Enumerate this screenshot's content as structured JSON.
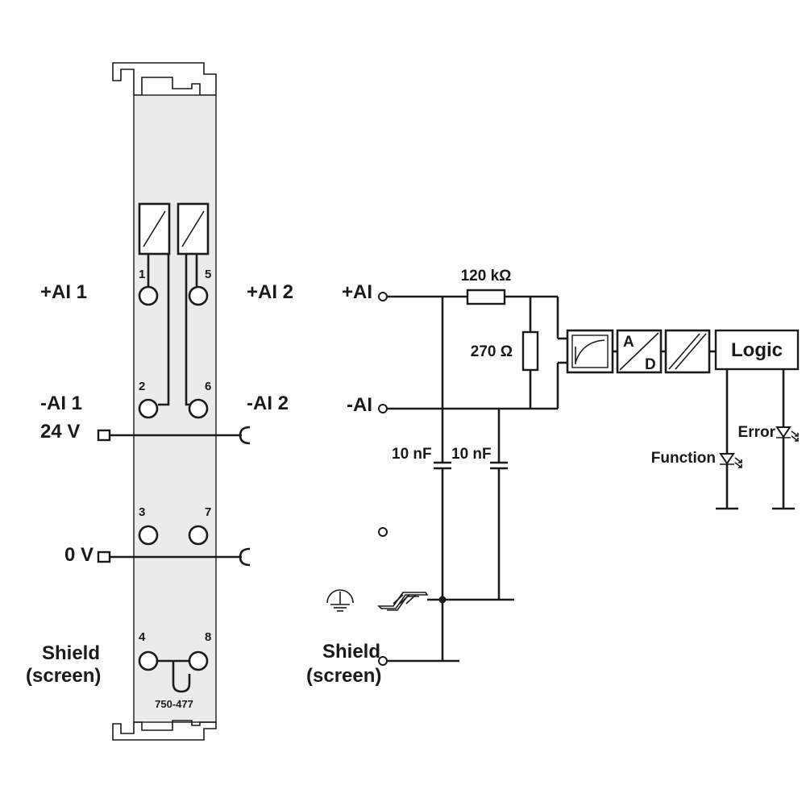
{
  "module": {
    "part_number": "750-477",
    "pins": [
      "1",
      "5",
      "2",
      "6",
      "3",
      "7",
      "4",
      "8"
    ]
  },
  "left_labels": {
    "ai1_plus": "+AI 1",
    "ai2_plus": "+AI 2",
    "ai1_minus": "-AI 1",
    "ai2_minus": "-AI 2",
    "v24": "24 V",
    "v0": "0 V",
    "shield_1": "Shield",
    "shield_2": "(screen)"
  },
  "schematic": {
    "ai_plus": "+AI",
    "ai_minus": "-AI",
    "r_series": "120 kΩ",
    "r_shunt": "270 Ω",
    "c1": "10 nF",
    "c2": "10 nF",
    "adc_a": "A",
    "adc_d": "D",
    "logic": "Logic",
    "function": "Function",
    "error": "Error",
    "shield_1": "Shield",
    "shield_2": "(screen)"
  },
  "colors": {
    "line": "#1a1a1a",
    "module_fill": "#ebebeb",
    "background": "#ffffff"
  },
  "icons": [
    "ground-icon",
    "din-rail-icon",
    "led-icon",
    "filter-icon",
    "isolator-icon"
  ]
}
